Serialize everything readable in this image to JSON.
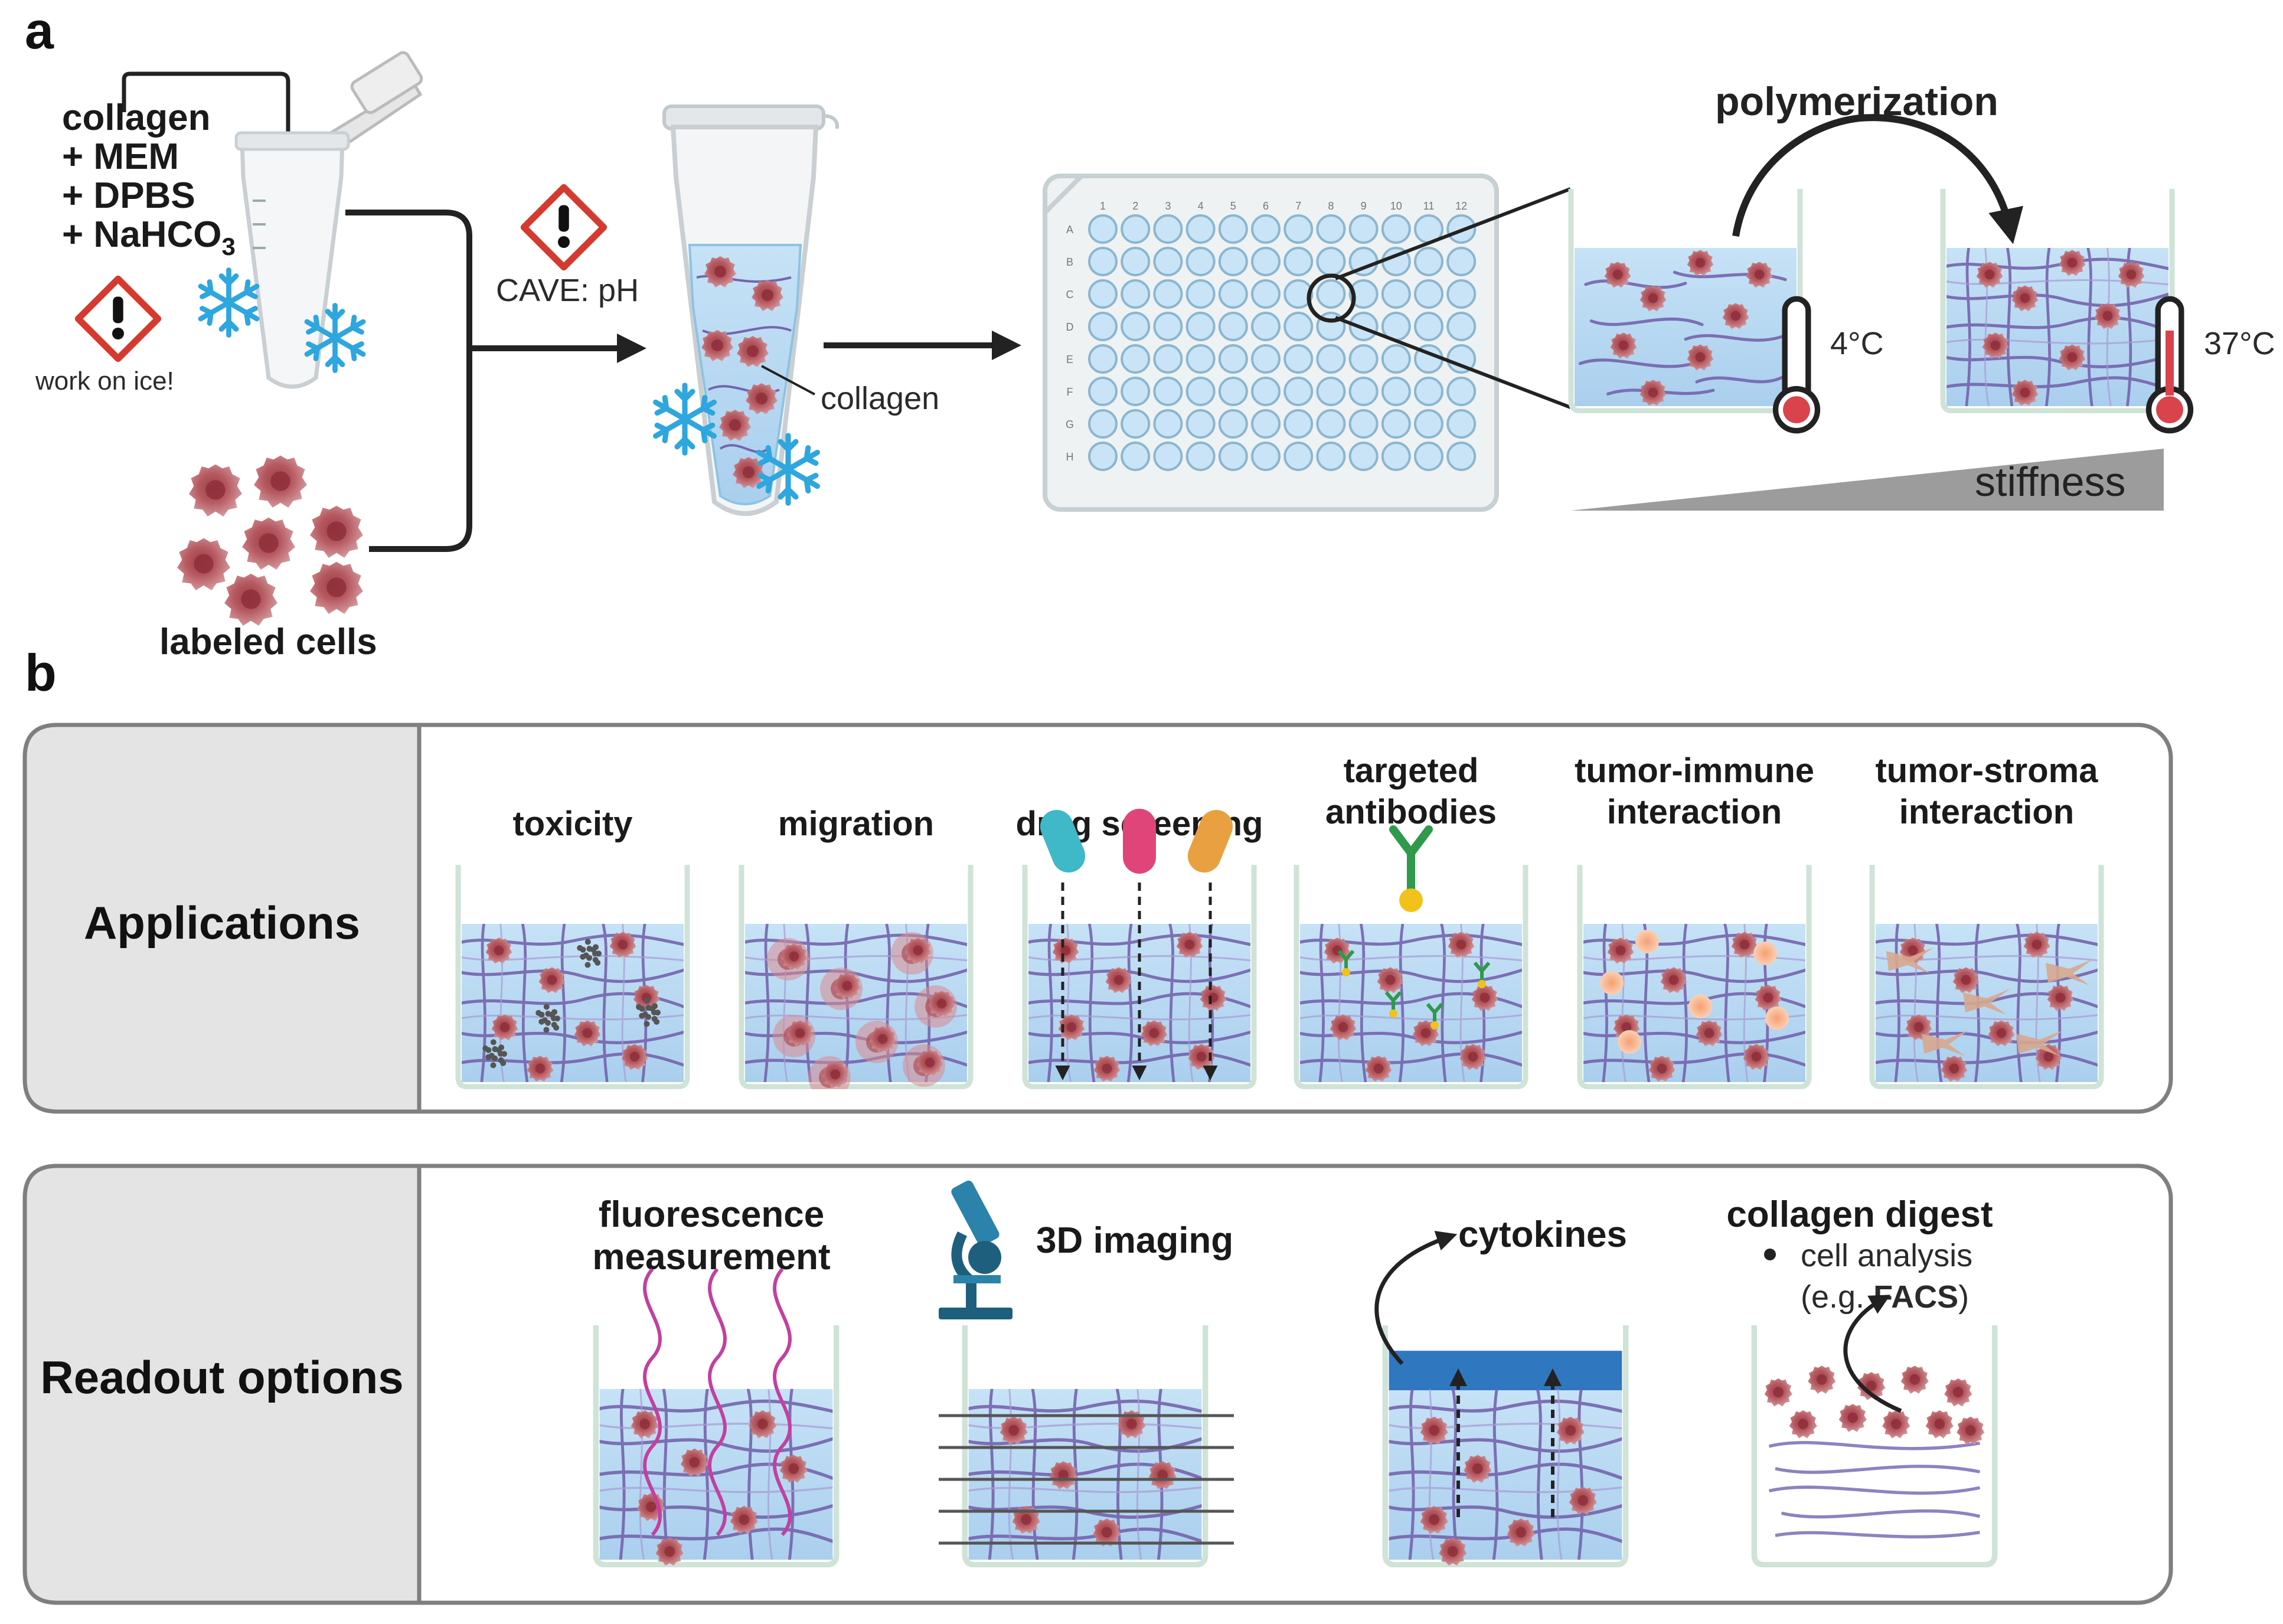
{
  "panel_a": {
    "letter": "a",
    "reagents": [
      "collagen",
      "+ MEM",
      "+ DPBS",
      "+ NaHCO"
    ],
    "reagents_subscript": "3",
    "work_on_ice": "work on ice!",
    "cave": "CAVE: pH",
    "collagen_label": "collagen",
    "labeled_cells": "labeled cells",
    "plate_cols": [
      "1",
      "2",
      "3",
      "4",
      "5",
      "6",
      "7",
      "8",
      "9",
      "10",
      "11",
      "12"
    ],
    "plate_rows": [
      "A",
      "B",
      "C",
      "D",
      "E",
      "F",
      "G",
      "H"
    ],
    "polymerization": "polymerization",
    "temp_cold": "4°C",
    "temp_warm": "37°C",
    "stiffness": "stiffness"
  },
  "panel_b": {
    "letter": "b",
    "applications": {
      "title": "Applications",
      "items": [
        {
          "line1": "toxicity",
          "line2": ""
        },
        {
          "line1": "migration",
          "line2": ""
        },
        {
          "line1": "drug screening",
          "line2": ""
        },
        {
          "line1": "targeted",
          "line2": "antibodies"
        },
        {
          "line1": "tumor-immune",
          "line2": "interaction"
        },
        {
          "line1": "tumor-stroma",
          "line2": "interaction"
        }
      ]
    },
    "readout": {
      "title": "Readout options",
      "fluorescence_1": "fluorescence",
      "fluorescence_2": "measurement",
      "imaging": "3D imaging",
      "cytokines": "cytokines",
      "digest_title": "collagen digest",
      "digest_bullet": "cell analysis",
      "digest_sub_pre": "(e.g. ",
      "digest_sub_bold": "FACS",
      "digest_sub_post": ")"
    }
  },
  "colors": {
    "gel_blue": "#bcdcf3",
    "fiber_purple": "#7c6db0",
    "cell_red": "#c06f73",
    "panel_grey": "#e4e4e4",
    "arrow_black": "#222222",
    "snow_blue": "#2ea6de",
    "warning_red": "#d63a2f"
  }
}
